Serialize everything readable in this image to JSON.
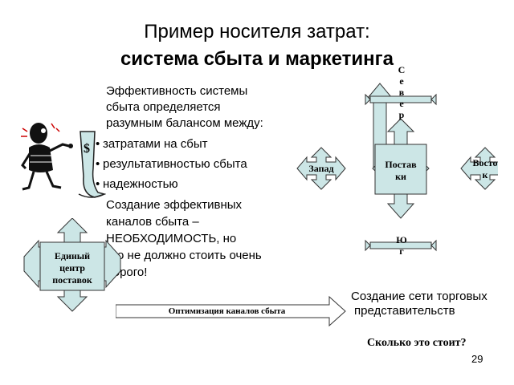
{
  "slide": {
    "title_line1": "Пример носителя затрат:",
    "title_line2": "система сбыта и маркетинга",
    "page_number": "29"
  },
  "text": {
    "intro_lines": [
      "Эффективность системы",
      "сбыта определяется",
      "разумным балансом между:"
    ],
    "bullets": [
      "затратами на сбыт",
      "результативностью сбыта",
      "надежностью"
    ],
    "conclusion_lines": [
      "Создание эффективных",
      "каналов сбыта –",
      "НЕОБХОДИМОСТЬ, но",
      "это не должно стоить    очень",
      "дорого!"
    ]
  },
  "diagram": {
    "center_lines": [
      "Постав",
      "ки"
    ],
    "west": "Запад",
    "east_lines": [
      "Восто",
      "к"
    ],
    "north_letters": [
      "С",
      "е",
      "в",
      "е",
      "р"
    ],
    "south_letters": [
      "Ю",
      "г"
    ]
  },
  "left_hub": {
    "label_lines": [
      "Единый",
      "центр",
      "поставок"
    ]
  },
  "flow": {
    "arrow_label": "Оптимизация каналов сбыта",
    "result_lines": [
      "Создание сети торговых",
      "представительств"
    ],
    "question": "Сколько это стоит?"
  },
  "colors": {
    "shape_fill": "#cce6e6",
    "shape_stroke": "#333333"
  },
  "icons": [
    "businessman-with-money-scroll-icon"
  ]
}
